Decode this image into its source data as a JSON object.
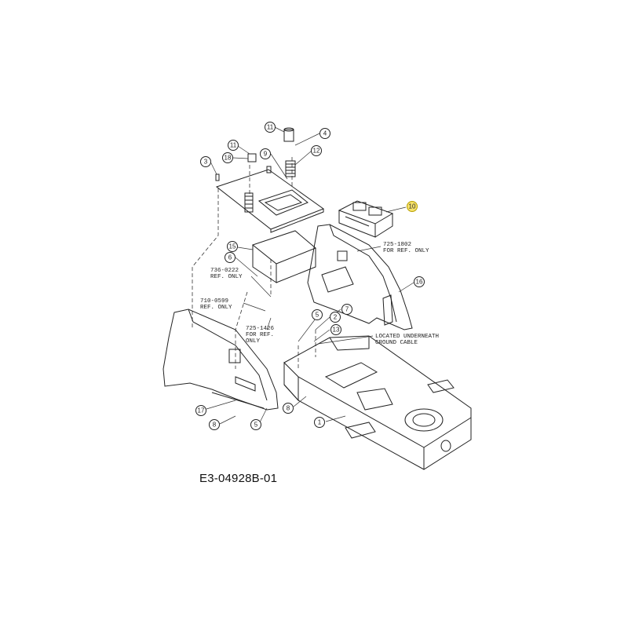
{
  "drawing_code": "E3-04928B-01",
  "accent_color": "#f7e26b",
  "callouts": [
    {
      "label": "11",
      "highlight": false
    },
    {
      "label": "4",
      "highlight": false
    },
    {
      "label": "11",
      "highlight": false
    },
    {
      "label": "9",
      "highlight": false
    },
    {
      "label": "12",
      "highlight": false
    },
    {
      "label": "3",
      "highlight": false
    },
    {
      "label": "18",
      "highlight": false
    },
    {
      "label": "10",
      "highlight": true
    },
    {
      "label": "15",
      "highlight": false
    },
    {
      "label": "6",
      "highlight": false
    },
    {
      "label": "16",
      "highlight": false
    },
    {
      "label": "5",
      "highlight": false
    },
    {
      "label": "2",
      "highlight": false
    },
    {
      "label": "7",
      "highlight": false
    },
    {
      "label": "13",
      "highlight": false
    },
    {
      "label": "17",
      "highlight": false
    },
    {
      "label": "8",
      "highlight": false
    },
    {
      "label": "8",
      "highlight": false
    },
    {
      "label": "5",
      "highlight": false
    },
    {
      "label": "1",
      "highlight": false
    }
  ],
  "notes": [
    {
      "lines": [
        "725-1802",
        "FOR REF. ONLY"
      ]
    },
    {
      "lines": [
        "736-0222",
        "REF. ONLY"
      ]
    },
    {
      "lines": [
        "710-0599",
        "REF. ONLY"
      ]
    },
    {
      "lines": [
        "725-1426",
        "FOR REF.",
        "ONLY"
      ]
    },
    {
      "lines": [
        "LOCATED UNDERNEATH",
        "GROUND CABLE"
      ]
    }
  ]
}
